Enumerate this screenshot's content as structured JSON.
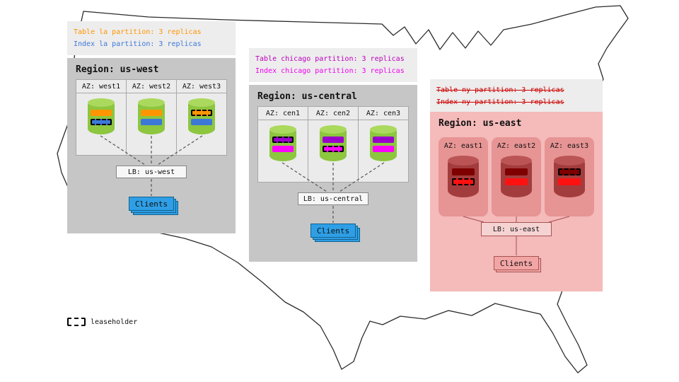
{
  "regions": {
    "west": {
      "annotation": {
        "table_line": "Table la partition: 3 replicas",
        "index_line": "Index la partition: 3 replicas"
      },
      "title": "Region: us-west",
      "azs": [
        {
          "label": "AZ: west1"
        },
        {
          "label": "AZ: west2"
        },
        {
          "label": "AZ: west3"
        }
      ],
      "lb_label": "LB: us-west",
      "clients_label": "Clients"
    },
    "central": {
      "annotation": {
        "table_line": "Table chicago partition: 3 replicas",
        "index_line": "Index chicago partition: 3 replicas"
      },
      "title": "Region: us-central",
      "azs": [
        {
          "label": "AZ: cen1"
        },
        {
          "label": "AZ: cen2"
        },
        {
          "label": "AZ: cen3"
        }
      ],
      "lb_label": "LB: us-central",
      "clients_label": "Clients"
    },
    "east": {
      "annotation": {
        "table_line": "Table ny partition: 3 replicas",
        "index_line": "Index ny partition: 3 replicas"
      },
      "title": "Region: us-east",
      "azs": [
        {
          "label": "AZ: east1"
        },
        {
          "label": "AZ: east2"
        },
        {
          "label": "AZ: east3"
        }
      ],
      "lb_label": "LB: us-east",
      "clients_label": "Clients"
    }
  },
  "legend": {
    "label": "leaseholder"
  },
  "colors": {
    "table_west": "#ff9500",
    "index_west": "#3c78d8",
    "table_central": "#9900cc",
    "index_central": "#ff00ff",
    "table_east": "#7f0000",
    "index_east": "#ff1111",
    "unavailable_text": "#cc0000",
    "region_gray": "#c6c6c6",
    "region_east_pink": "#f5baba",
    "cylinder_green": "#8dc63f",
    "cylinder_east_red": "#a33d3d",
    "clients_blue": "#2e9fe6",
    "clients_pink": "#f2a5a5"
  }
}
